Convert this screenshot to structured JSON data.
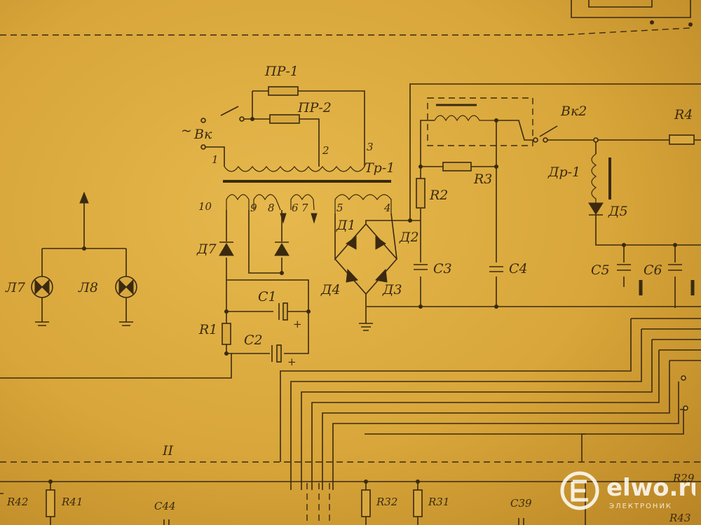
{
  "diagram": {
    "labels": {
      "pr1": "ПР-1",
      "pr2": "ПР-2",
      "vk": "Вк",
      "vk2": "Вк2",
      "tr1": "Тр-1",
      "r1": "R1",
      "r2": "R2",
      "r3": "R3",
      "r4": "R4",
      "c1": "C1",
      "c2": "C2",
      "c3": "C3",
      "c4": "C4",
      "c5": "C5",
      "c6": "C6",
      "d1": "Д1",
      "d2": "Д2",
      "d3": "Д3",
      "d4": "Д4",
      "d5": "Д5",
      "d7": "Д7",
      "dr1": "Др-1",
      "l7": "Л7",
      "l8": "Л8",
      "pin1": "1",
      "pin2": "2",
      "pin3": "3",
      "pin4": "4",
      "pin5": "5",
      "pin6": "6",
      "pin7": "7",
      "pin8": "8",
      "pin9": "9",
      "pin10": "10",
      "section": "II",
      "r42": "R42",
      "r41": "R41",
      "c44": "C44",
      "r32": "R32",
      "r31": "R31",
      "c39": "C39",
      "r29_partial": "R29",
      "r43_partial": "R43",
      "plus": "+",
      "tilde": "~"
    }
  },
  "watermark": {
    "brand": "elwo.ru",
    "subtitle": "ЭЛЕКТРОНИК"
  }
}
